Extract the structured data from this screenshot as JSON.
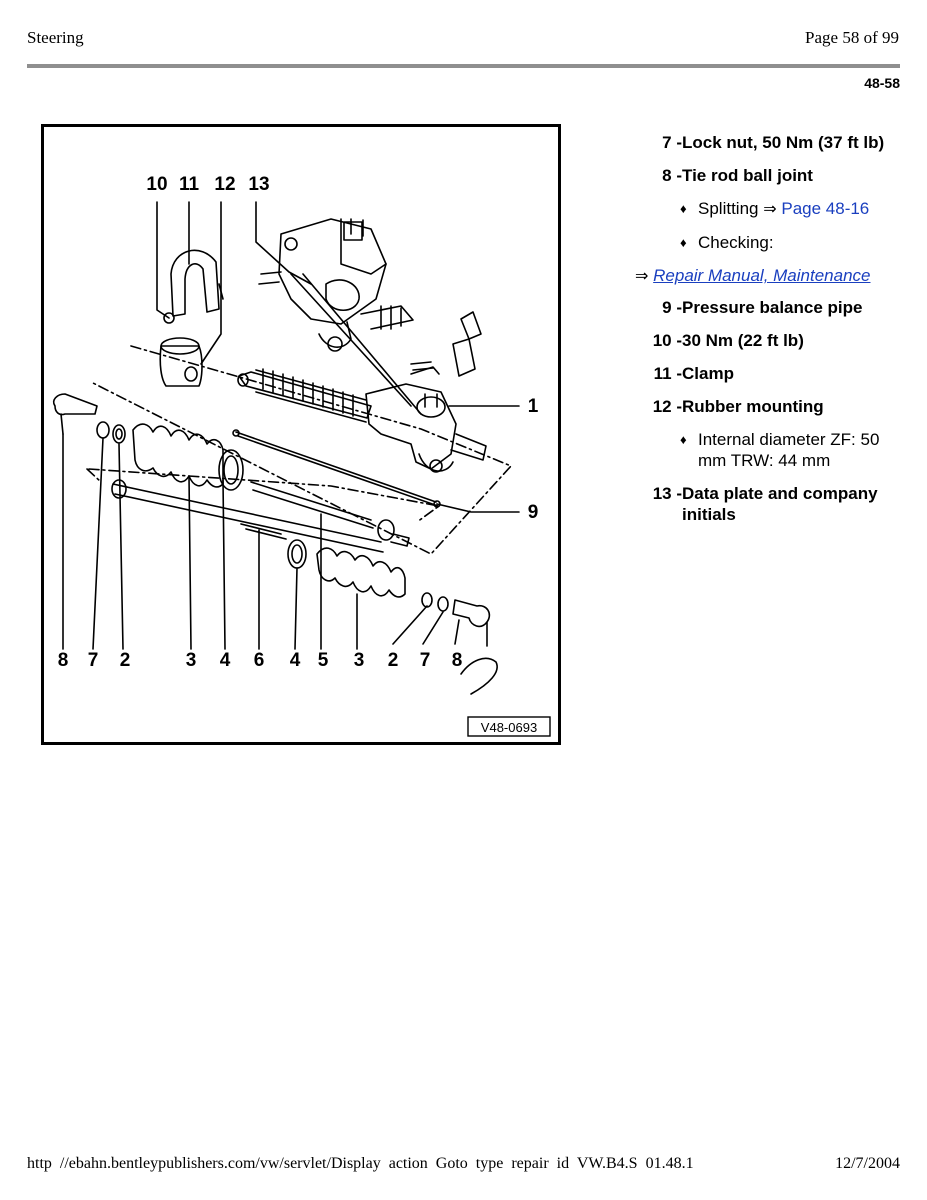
{
  "header": {
    "section": "Steering",
    "page_of": "Page 58 of 99",
    "page_code": "48-58"
  },
  "figure": {
    "code": "V48-0693",
    "callouts": [
      "10",
      "11",
      "12",
      "13",
      "1",
      "9",
      "8",
      "7",
      "2",
      "3",
      "4",
      "6",
      "4",
      "5",
      "3",
      "2",
      "7",
      "8"
    ]
  },
  "items": [
    {
      "num": "7 -",
      "label": "Lock nut, 50 Nm (37 ft lb)"
    },
    {
      "num": "8 -",
      "label": "Tie rod ball joint",
      "bullets": [
        {
          "text": "Splitting",
          "arrow": "⇒",
          "link": "Page 48-16"
        },
        {
          "text": "Checking:"
        }
      ],
      "ref": {
        "arrow": "⇒",
        "link": "Repair Manual, Maintenance"
      }
    },
    {
      "num": "9 -",
      "label": "Pressure balance pipe"
    },
    {
      "num": "10 -",
      "label": "30 Nm (22 ft lb)"
    },
    {
      "num": "11 -",
      "label": "Clamp"
    },
    {
      "num": "12 -",
      "label": "Rubber mounting",
      "bullets": [
        {
          "text": "Internal diameter ZF: 50 mm TRW: 44 mm"
        }
      ]
    },
    {
      "num": "13 -",
      "label": "Data plate and company initials"
    }
  ],
  "footer": {
    "url": "http //ebahn.bentleypublishers.com/vw/servlet/Display action Goto type repair id VW.B4.S 01.48.1",
    "date": "12/7/2004"
  }
}
